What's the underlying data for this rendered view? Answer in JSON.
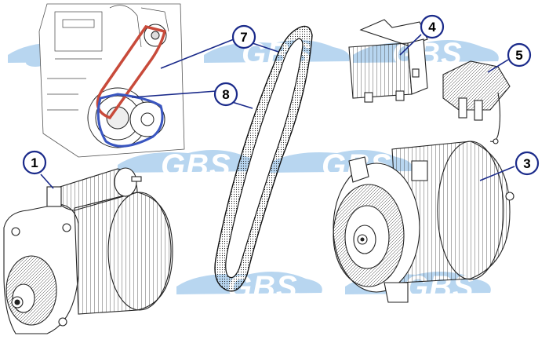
{
  "watermark": {
    "text": "GBS",
    "color": "#b8d6f0"
  },
  "callouts": [
    {
      "number": "1",
      "part": "starter-motor"
    },
    {
      "number": "3",
      "part": "alternator"
    },
    {
      "number": "4",
      "part": "voltage-regulator"
    },
    {
      "number": "5",
      "part": "brush-holder"
    },
    {
      "number": "7",
      "part": "drive-belt"
    },
    {
      "number": "8",
      "part": "drive-belt"
    }
  ],
  "colors": {
    "callout_fill": "#ffffff",
    "callout_stroke": "#1a2a8a",
    "leader_line": "#1a2a8a",
    "belt_highlight_red": "#c84a3a",
    "belt_highlight_blue": "#3a56c0",
    "line_art": "#222222"
  }
}
